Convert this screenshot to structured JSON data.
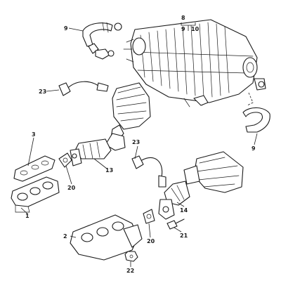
{
  "callouts": {
    "c1": "1",
    "c2": "2",
    "c3": "3",
    "c8": "8",
    "c9": "9",
    "c9b": "9",
    "c9c": "9",
    "c10": "10",
    "c13": "13",
    "c14": "14",
    "c20a": "20",
    "c20b": "20",
    "c21": "21",
    "c22": "22",
    "c23a": "23",
    "c23b": "23"
  }
}
